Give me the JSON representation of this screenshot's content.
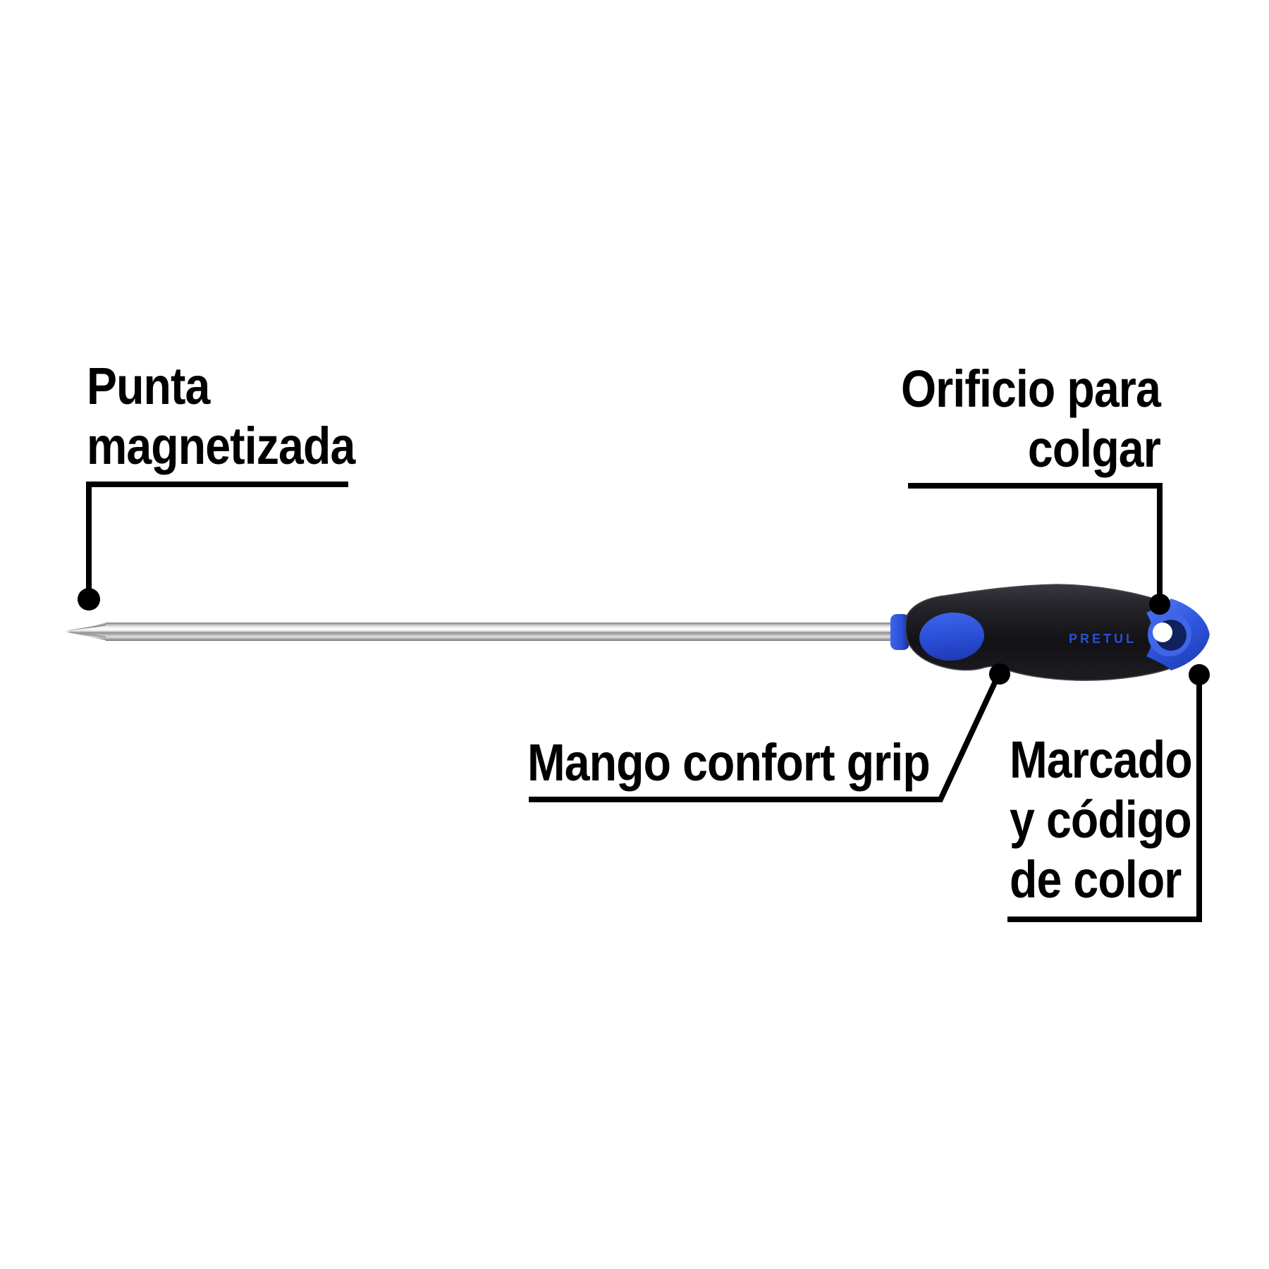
{
  "diagram": {
    "background": "#ffffff",
    "leader_line_color": "#000000",
    "label_text_color": "#000000"
  },
  "product": {
    "brand": "PRETUL",
    "colors": {
      "handle_black": "#17171c",
      "accent_blue": "#2b4fd8",
      "butt_blue": "#3157e2",
      "brand_text_blue": "#2b4fd0",
      "shaft_metal_gray": "#c9c9c9"
    }
  },
  "annotations": {
    "tip": {
      "lines": [
        "Punta",
        "magnetizada"
      ]
    },
    "hole": {
      "lines": [
        "Orificio para",
        "colgar"
      ]
    },
    "grip": {
      "lines": [
        "Mango confort grip"
      ]
    },
    "marking": {
      "lines": [
        "Marcado",
        "y código",
        "de color"
      ]
    }
  }
}
